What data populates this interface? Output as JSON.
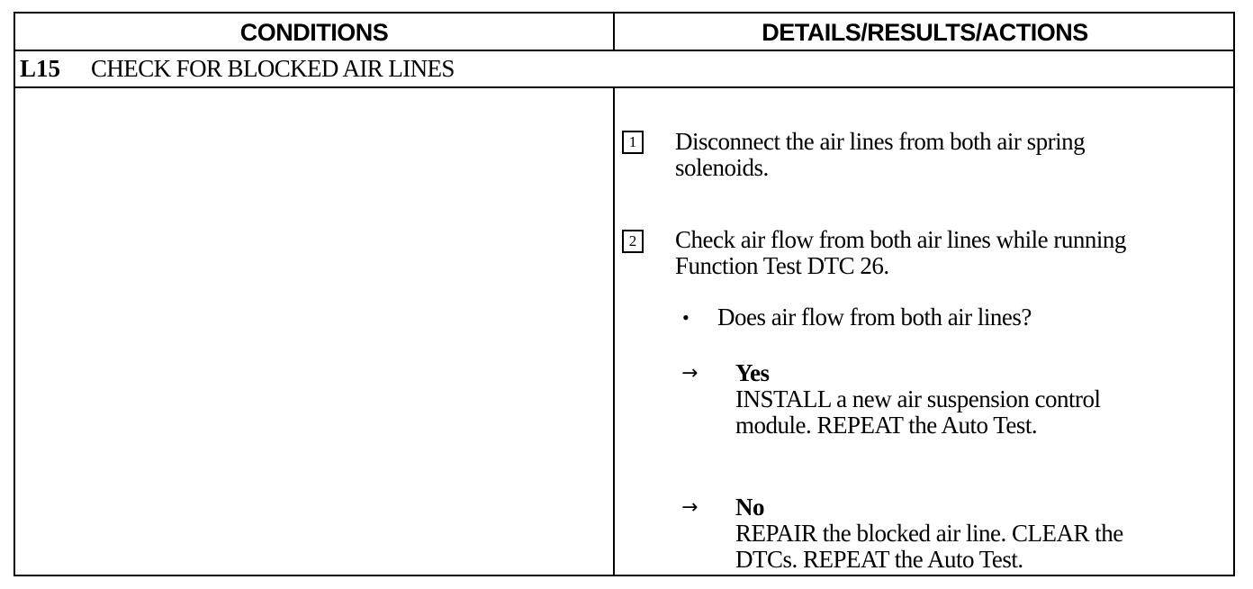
{
  "header": {
    "conditions": "CONDITIONS",
    "details": "DETAILS/RESULTS/ACTIONS"
  },
  "section": {
    "id": "L15",
    "title": "CHECK FOR BLOCKED AIR LINES"
  },
  "steps": [
    {
      "number": "1",
      "line1": "Disconnect the air lines from both air spring",
      "line2": "solenoids."
    },
    {
      "number": "2",
      "line1": "Check air flow from both air lines while running",
      "line2": "Function Test DTC 26."
    }
  ],
  "question": "Does air flow from both air lines?",
  "answers": {
    "yes": {
      "label": "Yes",
      "line1": "INSTALL a new air suspension control",
      "line2": "module. REPEAT the Auto Test."
    },
    "no": {
      "label": "No",
      "line1": "REPAIR the blocked air line. CLEAR the",
      "line2": "DTCs. REPEAT the Auto Test."
    }
  },
  "symbols": {
    "bullet": "•",
    "arrow": "→"
  }
}
